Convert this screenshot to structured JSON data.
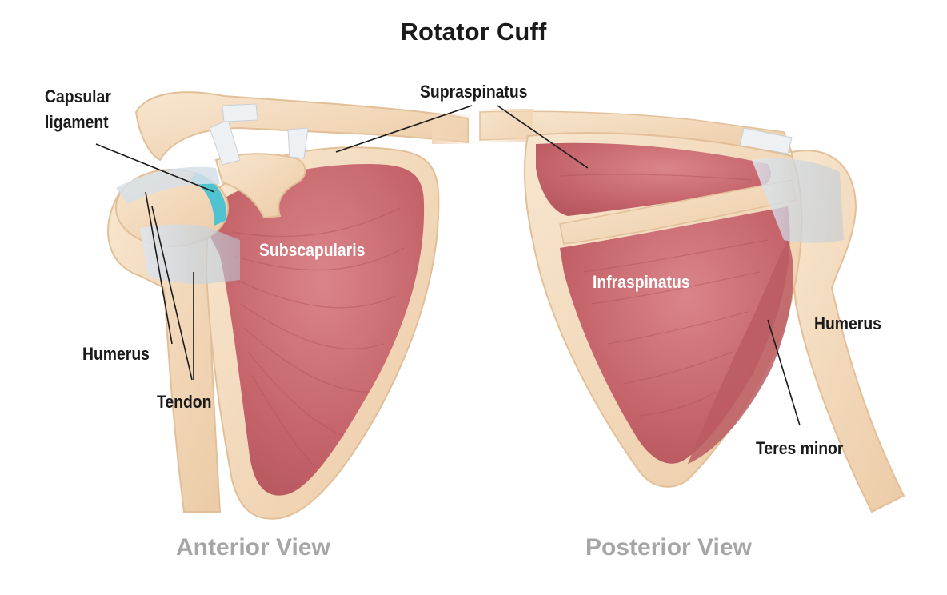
{
  "title": "Rotator Cuff",
  "labels": {
    "capsular_line1": "Capsular",
    "capsular_line2": "ligament",
    "supraspinatus": "Supraspinatus",
    "subscapularis": "Subscapularis",
    "humerus_left": "Humerus",
    "tendon": "Tendon",
    "infraspinatus": "Infraspinatus",
    "humerus_right": "Humerus",
    "teres_minor": "Teres minor"
  },
  "views": {
    "anterior": "Anterior View",
    "posterior": "Posterior View"
  },
  "colors": {
    "bone": "#f3dcc0",
    "bone_edge": "#e2bf98",
    "muscle": "#c7656a",
    "muscle_light": "#d98286",
    "tendon": "#c9d6e2",
    "cartilage": "#4fc3cf",
    "label_text": "#1a1a1a",
    "view_text": "#a6a6a6"
  }
}
